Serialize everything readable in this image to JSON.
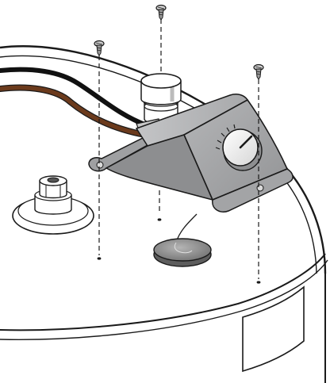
{
  "figure": {
    "type": "exploded-assembly-diagram",
    "colors": {
      "outline": "#1a1a1a",
      "housing_fill": "#a6a7a9",
      "housing_shadow": "#7e7f81",
      "housing_light": "#c4c5c7",
      "tank_fill": "#ffffff",
      "cable_black": "#111111",
      "cable_brown": "#6b3a1c",
      "sensor_fill": "#8c8c8c",
      "knob_fill": "#ffffff"
    },
    "parts": [
      {
        "id": "screw-top-center",
        "icon": "screw-icon"
      },
      {
        "id": "screw-left",
        "icon": "screw-icon"
      },
      {
        "id": "screw-right",
        "icon": "screw-icon"
      },
      {
        "id": "thermostat-housing",
        "icon": "thermostat-housing-icon"
      },
      {
        "id": "temperature-knob",
        "icon": "dial-knob-icon"
      },
      {
        "id": "heating-element-plug",
        "icon": "plug-icon"
      },
      {
        "id": "pressure-valve-fitting",
        "icon": "valve-fitting-icon"
      },
      {
        "id": "temperature-sensor",
        "icon": "sensor-probe-icon"
      },
      {
        "id": "power-cables",
        "icon": "cable-icon"
      },
      {
        "id": "tank-label-plate",
        "icon": "label-plate-icon"
      }
    ]
  }
}
